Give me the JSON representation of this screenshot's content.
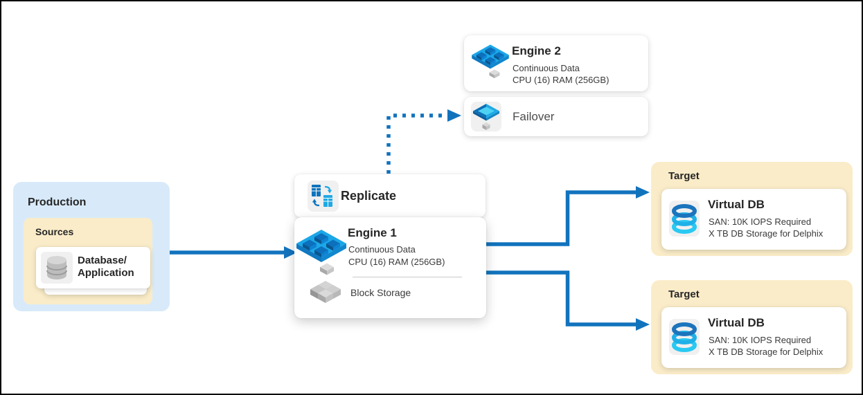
{
  "colors": {
    "accent_blue": "#1273BD",
    "production_bg": "#D8EAF9",
    "group_yellow_bg": "#FAECC8",
    "icon_tile_bg": "#F0F0F0",
    "card_bg": "#FFFFFF",
    "engine_platform_blue": "#1BA7E8",
    "engine_cube_blue": "#0C70BC",
    "text_dark": "#262626"
  },
  "icons": {
    "engine": "isometric-platform-with-cubes",
    "compute_cube": "small-gray-cube",
    "replicate": "two-tables-sync-arrows",
    "failover": "flat-platform-diamond",
    "database": "gray-database-cylinder",
    "virtual_db": "blue-ring-database-cylinder",
    "block_storage": "gray-cube-cluster"
  },
  "engine2_card": {
    "title": "Engine 2",
    "subtitle1": "Continuous Data",
    "subtitle2": "CPU (16) RAM (256GB)"
  },
  "failover_card": {
    "label": "Failover"
  },
  "production": {
    "title": "Production",
    "sources": {
      "title": "Sources",
      "card": {
        "line1": "Database/",
        "line2": "Application"
      }
    }
  },
  "replicate_card": {
    "label": "Replicate"
  },
  "engine1_card": {
    "title": "Engine 1",
    "subtitle1": "Continuous Data",
    "subtitle2": "CPU (16) RAM (256GB)",
    "storage_label": "Block Storage"
  },
  "targets": [
    {
      "title": "Target",
      "card": {
        "title": "Virtual DB",
        "line1": "SAN: 10K IOPS Required",
        "line2": "X TB DB Storage for Delphix"
      }
    },
    {
      "title": "Target",
      "card": {
        "title": "Virtual DB",
        "line1": "SAN: 10K IOPS Required",
        "line2": "X TB DB Storage for Delphix"
      }
    }
  ]
}
